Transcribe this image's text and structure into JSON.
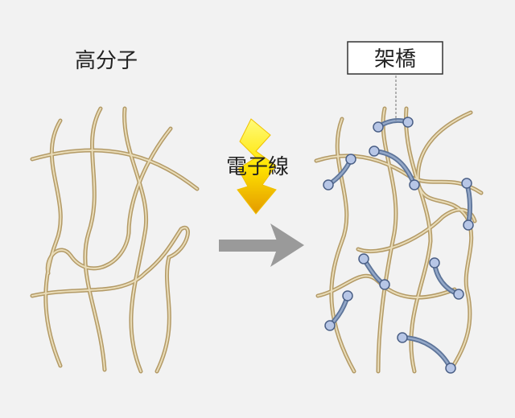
{
  "labels": {
    "polymer": "高分子",
    "radiation": "電子線",
    "crosslink": "架橋"
  },
  "colors": {
    "background": "#f2f2f2",
    "chain": "#b39a66",
    "chain_highlight": "#e9dcb8",
    "crosslink": "#5d7499",
    "node_fill": "#b7c6e6",
    "arrow": "#9a9a9a",
    "lightning_top": "#fff200",
    "lightning_bottom": "#e6a400"
  },
  "icons": {
    "radiation": "lightning-bolt-icon",
    "transform": "right-arrow-icon"
  }
}
